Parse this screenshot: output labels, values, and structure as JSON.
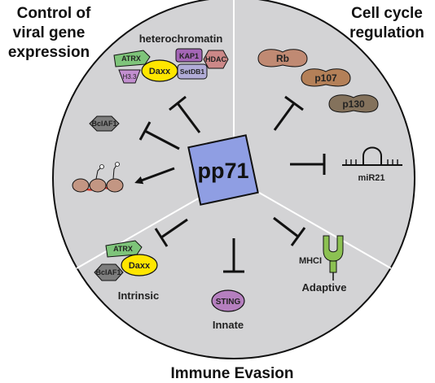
{
  "sections": {
    "viral": [
      "Control of",
      "viral gene",
      "expression"
    ],
    "cellcycle": [
      "Cell cycle",
      "regulation"
    ],
    "immune": "Immune Evasion"
  },
  "center": {
    "label": "pp71"
  },
  "viral": {
    "heterochromatin": "heterochromatin",
    "atrx": "ATRX",
    "h33": "H3.3",
    "daxx": "Daxx",
    "kap1": "KAP1",
    "hdac": "HDAC",
    "setdb1": "SetDB1",
    "bclaf1": "BclAF1"
  },
  "cellcycle": {
    "rb": "Rb",
    "p107": "p107",
    "p130": "p130",
    "mir21": "miR21"
  },
  "immune": {
    "atrx": "ATRX",
    "bclaf1": "BclAF1",
    "daxx": "Daxx",
    "intrinsic": "Intrinsic",
    "sting": "STING",
    "innate": "Innate",
    "mhci": "MHCI",
    "adaptive": "Adaptive"
  },
  "colors": {
    "circle": "#d3d3d5",
    "center_box": "#8f9ee3",
    "daxx": "#ffe600",
    "atrx": "#7ec47a",
    "kap1": "#a466b6",
    "hdac": "#cc8888",
    "setdb1": "#b1acd7",
    "h33": "#c28fd0",
    "bclaf1": "#7d7d7d",
    "rb": "#c08a73",
    "p107": "#b48058",
    "p130": "#84725c",
    "sting": "#b57fbf",
    "mhci": "#8cc152",
    "nucleosome": "#c39683",
    "dna": "#d8382a"
  }
}
